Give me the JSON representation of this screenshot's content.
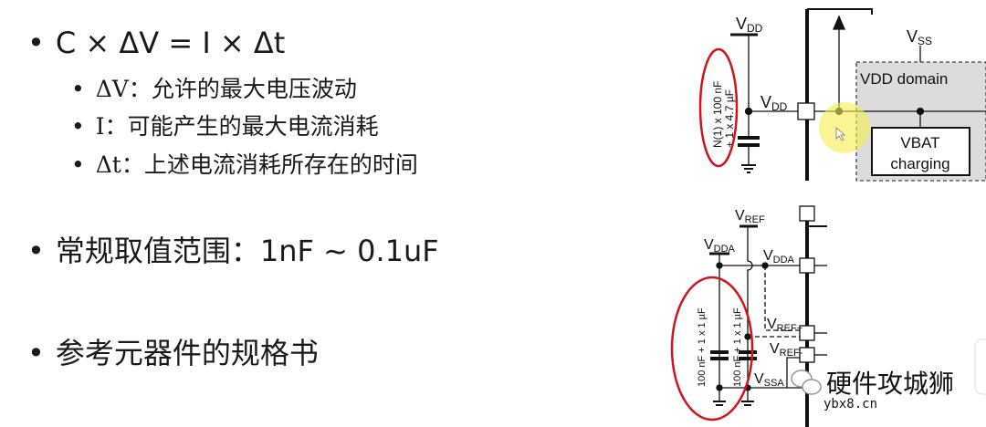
{
  "bullets": [
    {
      "text": "C × ΔV = I × Δt",
      "sub": [
        "ΔV：允许的最大电压波动",
        "I：可能产生的最大电流消耗",
        "Δt：上述电流消耗所存在的时间"
      ]
    },
    {
      "text": "常规取值范围：1nF ~ 0.1uF"
    },
    {
      "text": "参考元器件的规格书"
    }
  ],
  "bullet_glyph": "•",
  "diagram_top": {
    "vdd_supply": {
      "main": "V",
      "sub": "DD"
    },
    "vdd_pin": {
      "main": "V",
      "sub": "DD"
    },
    "vss": {
      "main": "V",
      "sub": "SS"
    },
    "domain_label": "VDD domain",
    "block_line1": "VBAT",
    "block_line2": "charging",
    "cap_label1": "N(1) x 100 nF",
    "cap_label2": "+ 1 x 4.7 µF"
  },
  "diagram_bottom": {
    "vref": {
      "main": "V",
      "sub": "REF"
    },
    "vdda_supply": {
      "main": "V",
      "sub": "DDA"
    },
    "vdda_pin": {
      "main": "V",
      "sub": "DDA"
    },
    "vref_plus": {
      "main": "V",
      "sub": "REF+"
    },
    "vref_minus": {
      "main": "V",
      "sub": "REF-"
    },
    "vssa": {
      "main": "V",
      "sub": "SSA"
    },
    "cap_label_a": "100 nF + 1 x 1 µF",
    "cap_label_b": "100 nF + 1 x 1 µF"
  },
  "watermark": {
    "name": "硬件攻城狮",
    "url": "ybx8.cn",
    "icon": "wechat-icon"
  },
  "colors": {
    "highlight_ellipse": "#d0141c",
    "cursor_highlight": "#f4f04a",
    "domain_fill": "#dcdcdc"
  }
}
